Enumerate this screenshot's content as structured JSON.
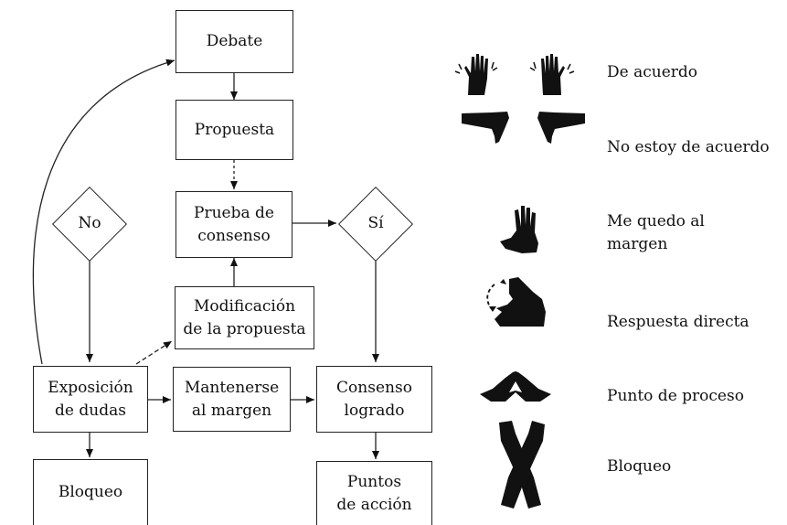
{
  "flowchart": {
    "nodes": {
      "debate": "Debate",
      "propuesta": "Propuesta",
      "prueba": "Prueba de\nconsenso",
      "modificacion": "Modificación\nde la propuesta",
      "exposicion": "Exposición\nde dudas",
      "mantenerse": "Mantenerse\nal margen",
      "consenso": "Consenso\nlogrado",
      "bloqueo": "Bloqueo",
      "puntos": "Puntos\nde acción"
    },
    "decisions": {
      "no": "No",
      "si": "Sí"
    }
  },
  "legend": [
    {
      "icon": "hands-up-twinkle-icon",
      "label": "De acuerdo"
    },
    {
      "icon": "hands-down-icon",
      "label": "No estoy de acuerdo"
    },
    {
      "icon": "hand-sideways-icon",
      "label": "Me quedo al\nmargen"
    },
    {
      "icon": "hand-point-direct-icon",
      "label": "Respuesta directa"
    },
    {
      "icon": "triangle-hands-icon",
      "label": "Punto de proceso"
    },
    {
      "icon": "crossed-arms-icon",
      "label": "Bloqueo"
    }
  ]
}
